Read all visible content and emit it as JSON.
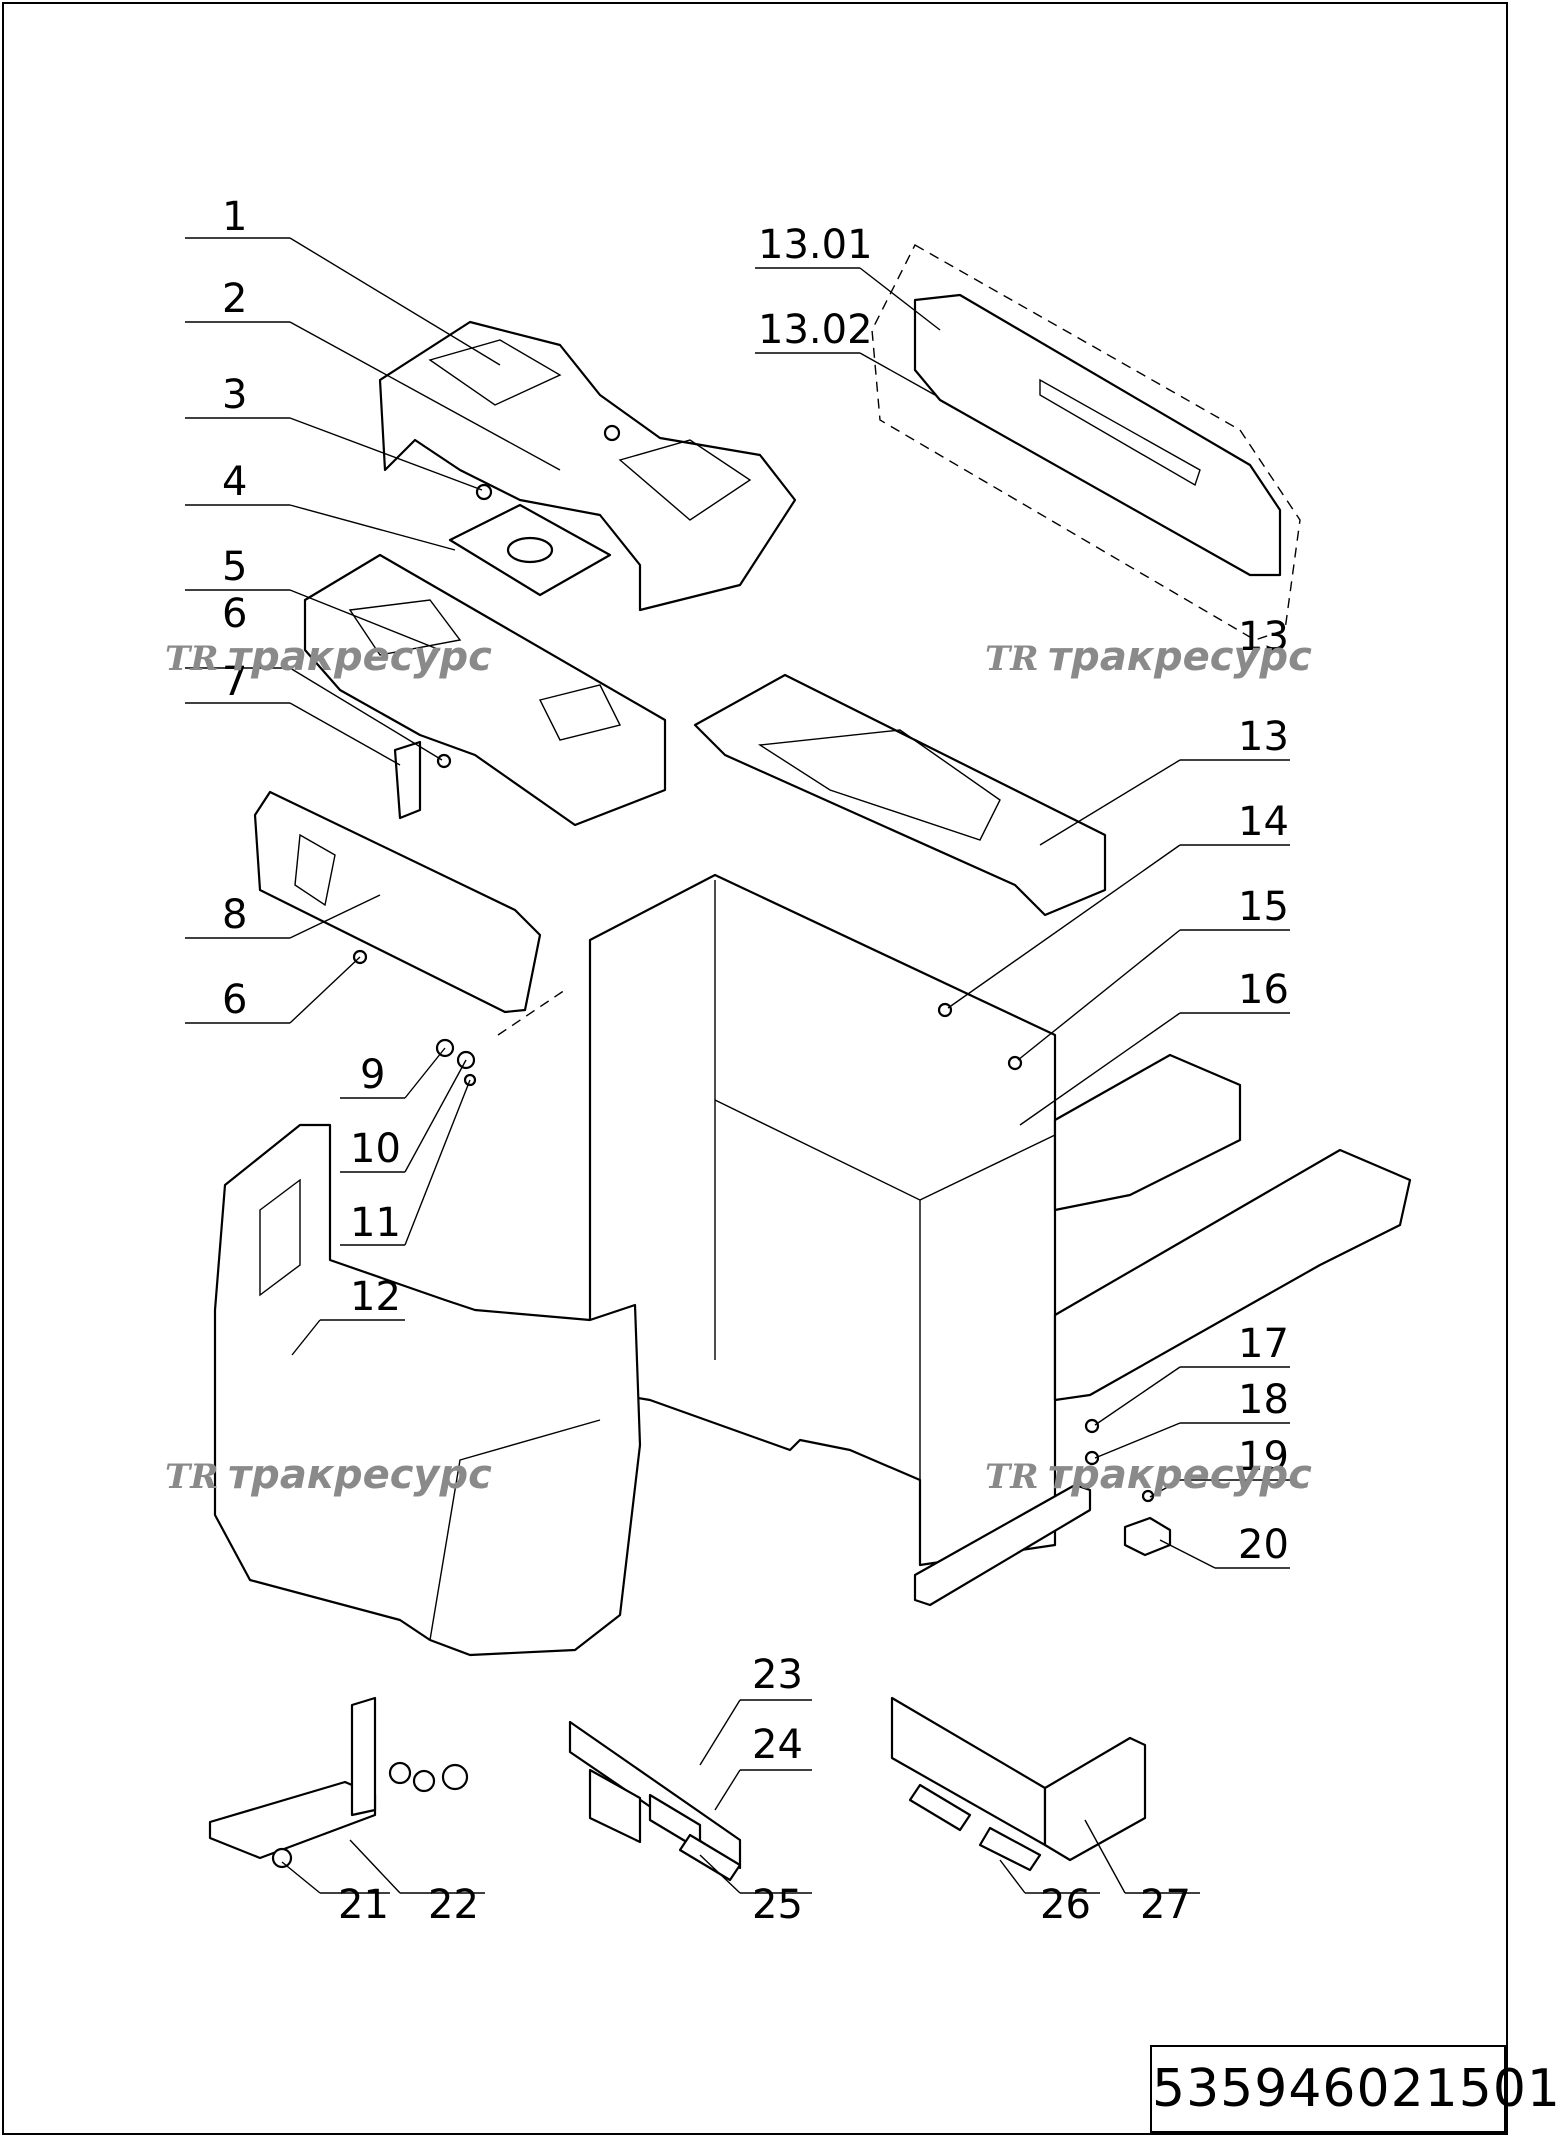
{
  "drawing": {
    "callouts": [
      "1",
      "2",
      "3",
      "4",
      "5",
      "6",
      "7",
      "8",
      "6",
      "9",
      "10",
      "11",
      "12",
      "13.01",
      "13.02",
      "13",
      "13",
      "14",
      "15",
      "16",
      "17",
      "18",
      "19",
      "20",
      "23",
      "24",
      "25",
      "21",
      "22",
      "26",
      "27"
    ],
    "watermark": {
      "logo": "TR",
      "text": "тракресурс"
    },
    "part_number": "535946021501"
  }
}
